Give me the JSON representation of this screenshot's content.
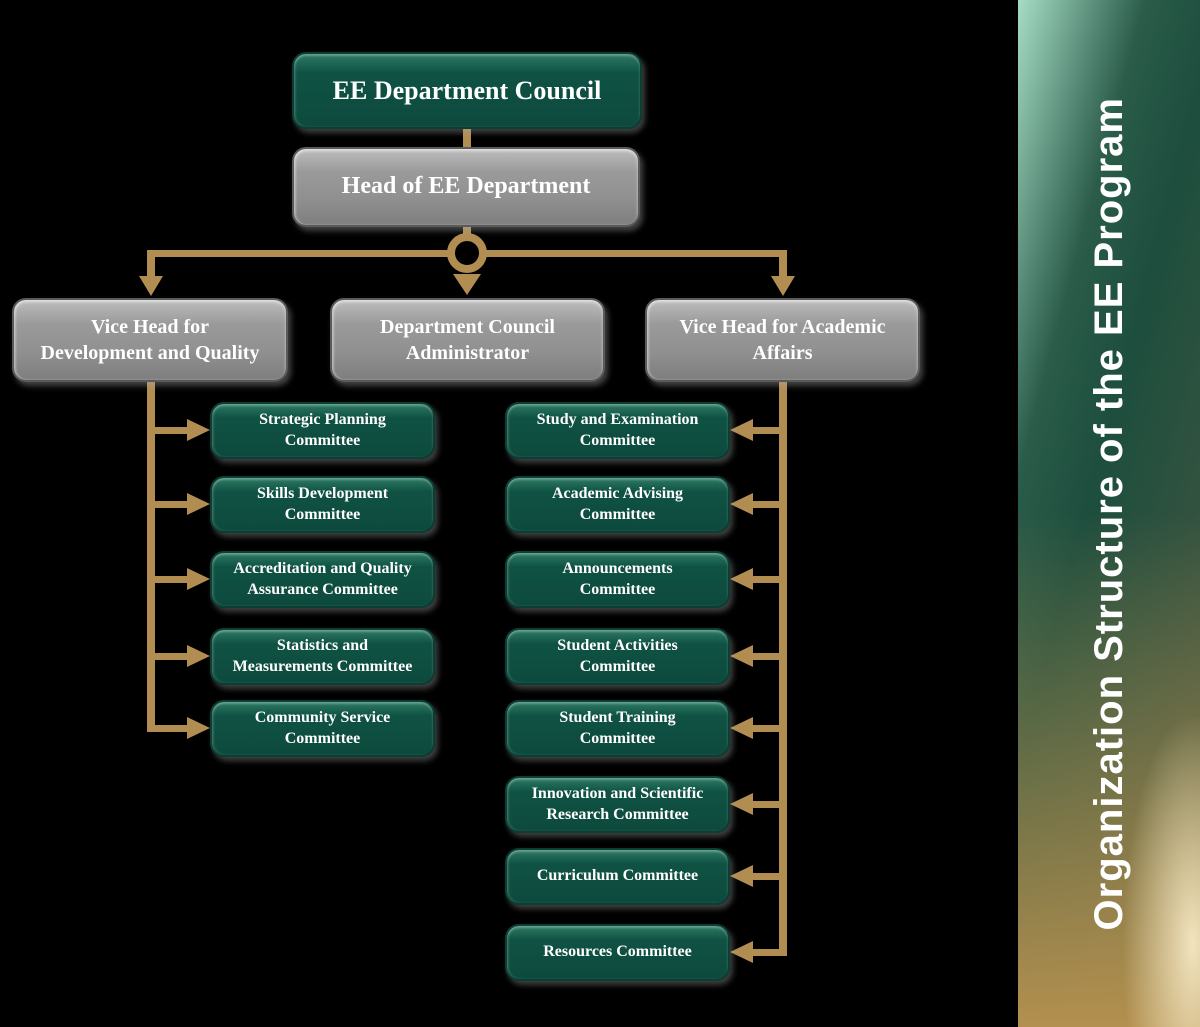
{
  "colors": {
    "bg": "#000000",
    "text": "#ffffff",
    "connector": "#b28d52",
    "green_base": "#0f5244",
    "green_light": "#2e7a64",
    "green_border": "#0b3f34",
    "gray_base": "#909090",
    "gray_light": "#bdbdbd",
    "gray_border": "#5a5a5a",
    "sidebar_mint": "#a6dcc6",
    "sidebar_dark_green": "#1d4e3e",
    "sidebar_olive": "#4e5c42",
    "sidebar_tan": "#b3904f",
    "sidebar_cream": "#f2e4be"
  },
  "sidebar": {
    "title": "Organization Structure of the EE Program"
  },
  "org": {
    "council": {
      "label": "EE Department Council"
    },
    "head": {
      "label": "Head of EE Department"
    },
    "branches": {
      "vice_dev": {
        "label": "Vice Head for\nDevelopment and Quality"
      },
      "admin": {
        "label": "Department Council\nAdministrator"
      },
      "vice_acad": {
        "label": "Vice Head for Academic\nAffairs"
      }
    },
    "dev_committees": [
      {
        "label": "Strategic Planning\nCommittee"
      },
      {
        "label": "Skills Development\nCommittee"
      },
      {
        "label": "Accreditation and Quality\nAssurance Committee"
      },
      {
        "label": "Statistics and\nMeasurements Committee"
      },
      {
        "label": "Community Service\nCommittee"
      }
    ],
    "acad_committees": [
      {
        "label": "Study and Examination\nCommittee"
      },
      {
        "label": "Academic Advising\nCommittee"
      },
      {
        "label": "Announcements\nCommittee"
      },
      {
        "label": "Student Activities\nCommittee"
      },
      {
        "label": "Student Training\nCommittee"
      },
      {
        "label": "Innovation and Scientific\nResearch Committee"
      },
      {
        "label": "Curriculum Committee"
      },
      {
        "label": "Resources Committee"
      }
    ]
  }
}
